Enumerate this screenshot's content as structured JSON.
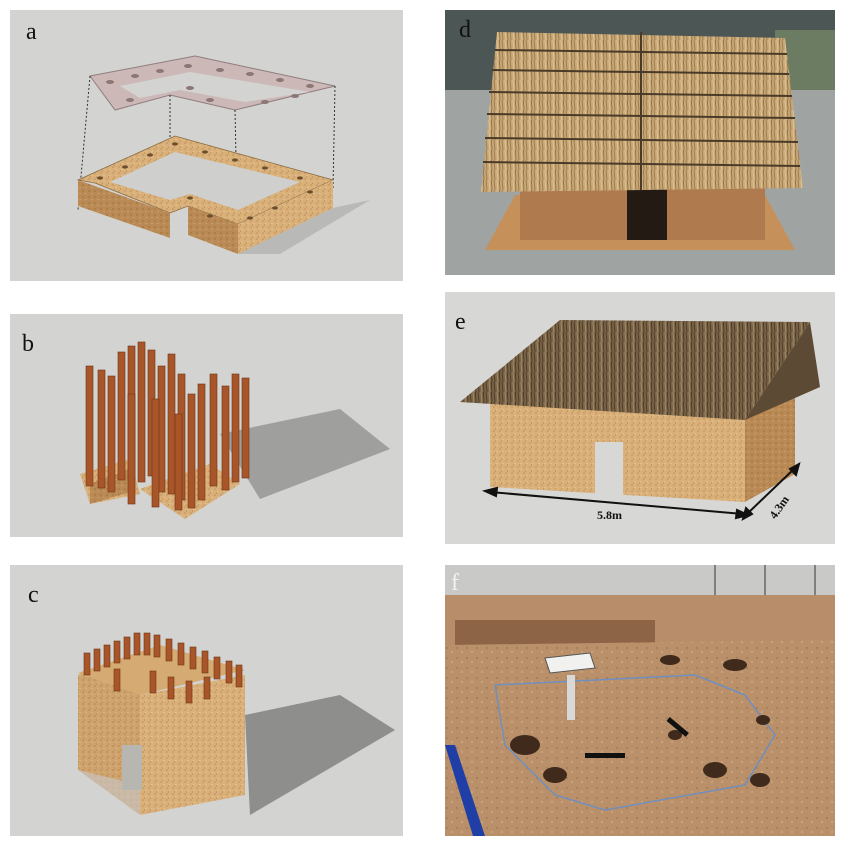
{
  "figure": {
    "panels": [
      {
        "label": "a"
      },
      {
        "label": "b"
      },
      {
        "label": "c"
      },
      {
        "label": "d"
      },
      {
        "label": "e",
        "dimensions": {
          "length": "5.8m",
          "width": "4.3m"
        }
      },
      {
        "label": "f"
      }
    ]
  }
}
